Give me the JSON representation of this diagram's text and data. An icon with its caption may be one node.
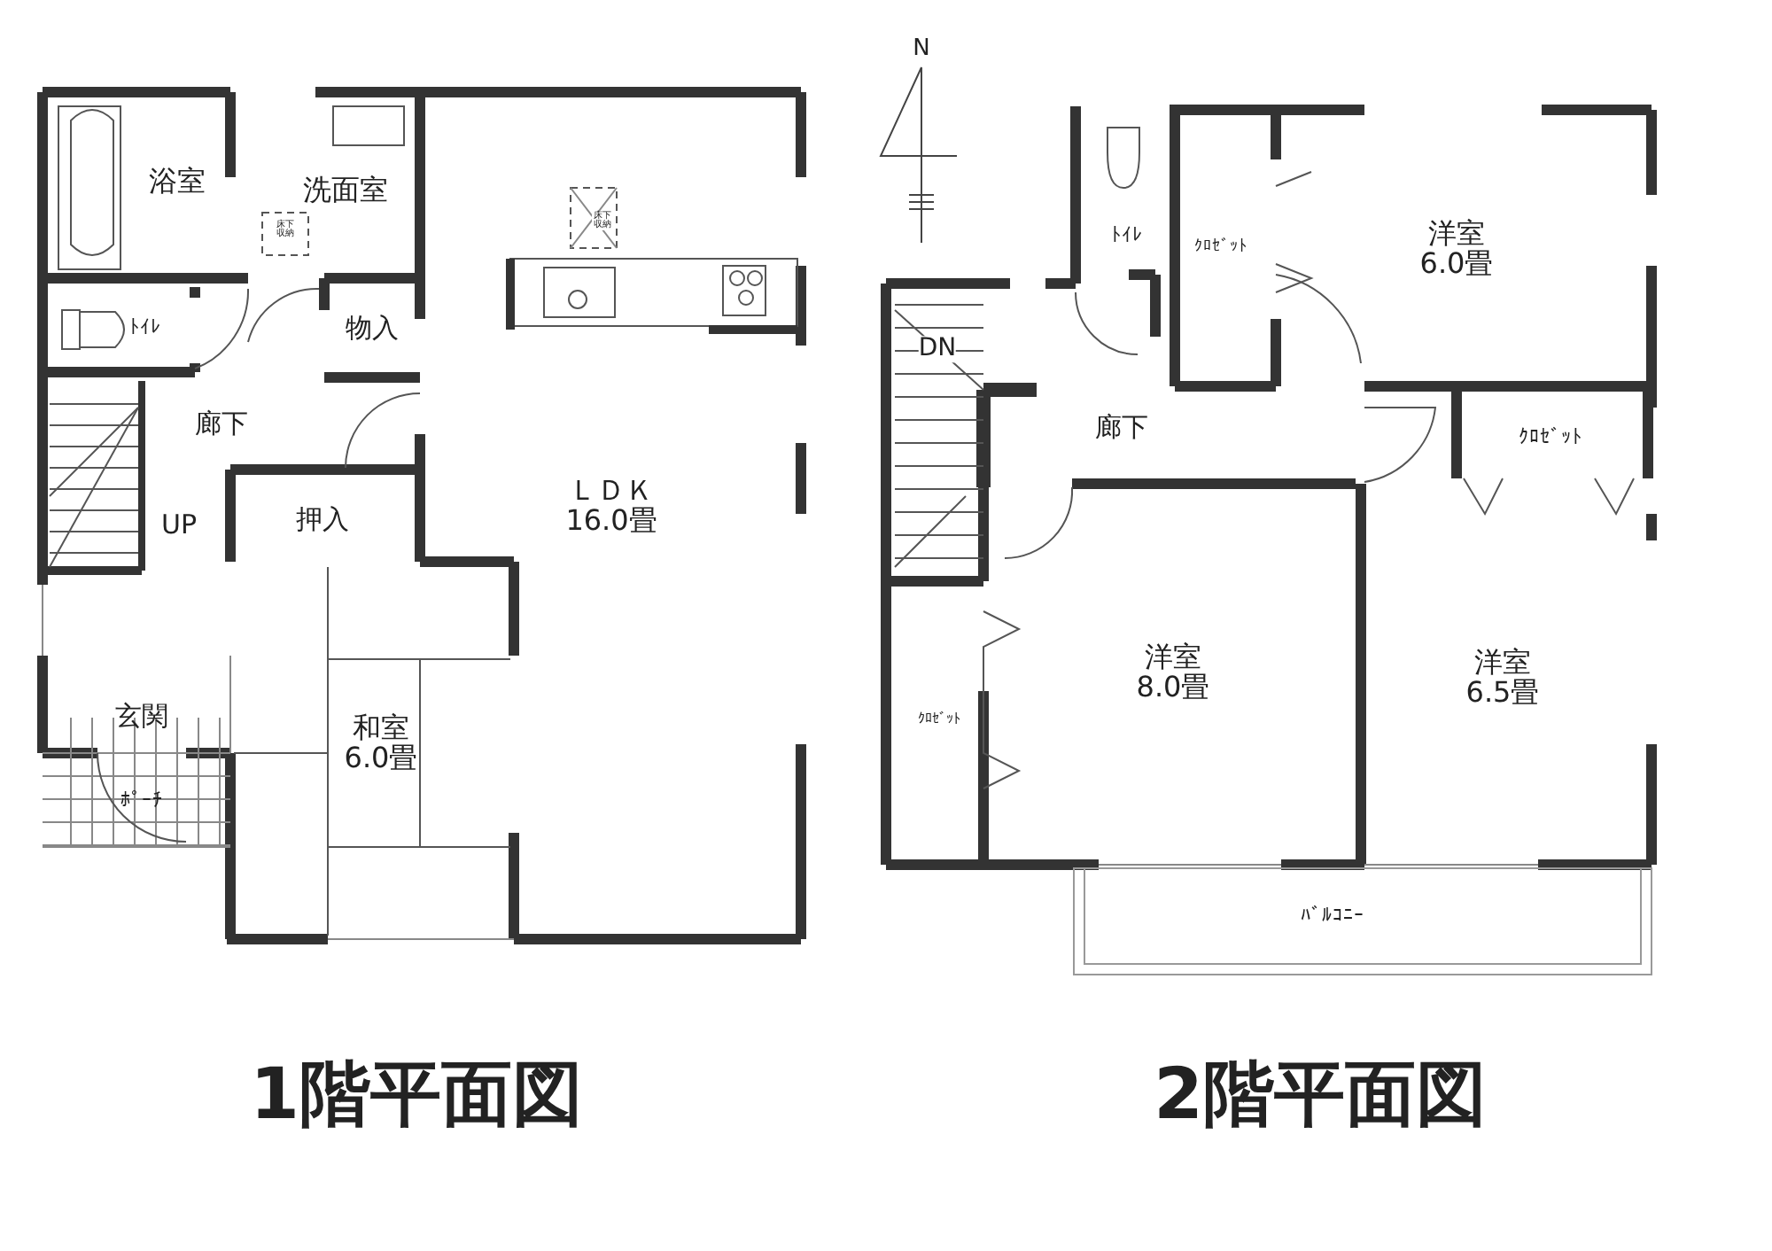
{
  "diagram": {
    "nodes": [
      {
        "text": [
          "浴室"
        ]
      },
      {
        "text": [
          "洗面室"
        ]
      },
      {
        "text": [
          "ﾄｲﾚ"
        ]
      },
      {
        "text": [
          "物入"
        ]
      },
      {
        "text": [
          "廊下"
        ]
      },
      {
        "text": [
          "押入"
        ]
      },
      {
        "text": [
          "ＬＤＫ 16.0畳"
        ]
      },
      {
        "text": [
          "和室 6.0畳"
        ]
      },
      {
        "text": [
          "玄関"
        ]
      },
      {
        "text": [
          "ﾎﾟｰﾁ"
        ]
      },
      {
        "text": [
          "ﾄｲﾚ"
        ]
      },
      {
        "text": [
          "ｸﾛｾﾞｯﾄ"
        ]
      },
      {
        "text": [
          "洋室 6.0畳"
        ]
      },
      {
        "text": [
          "廊下"
        ]
      },
      {
        "text": [
          "ｸﾛｾﾞｯﾄ"
        ]
      },
      {
        "text": [
          "ｸﾛｾﾞｯﾄ"
        ]
      },
      {
        "text": [
          "洋室 8.0畳"
        ]
      },
      {
        "text": [
          "洋室 6.5畳"
        ]
      },
      {
        "text": [
          "ﾊﾞﾙｺﾆｰ"
        ]
      }
    ],
    "labels": [
      "床下収納",
      "床下収納",
      "UP",
      "1階平面図",
      "N",
      "DN",
      "2階平面図"
    ]
  }
}
